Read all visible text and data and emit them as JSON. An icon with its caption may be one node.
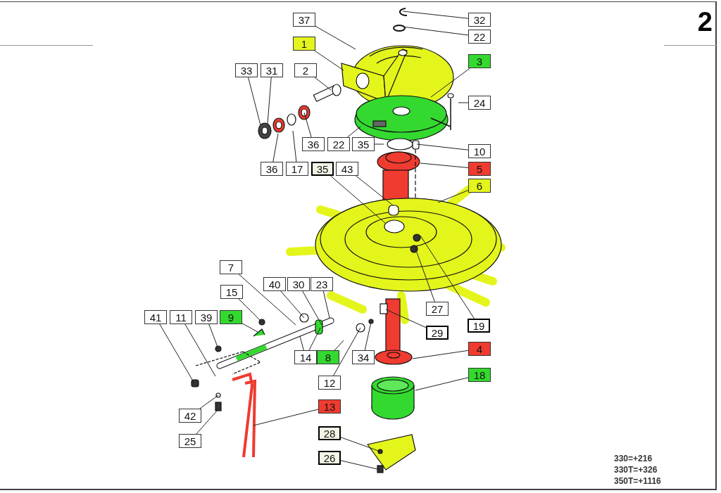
{
  "diagram": {
    "nodes": [
      {
        "text": [
          "37"
        ]
      },
      {
        "text": [
          "32"
        ]
      },
      {
        "text": [
          "22"
        ]
      },
      {
        "text": [
          "1"
        ]
      },
      {
        "text": [
          "3"
        ]
      },
      {
        "text": [
          "33"
        ]
      },
      {
        "text": [
          "31"
        ]
      },
      {
        "text": [
          "2"
        ]
      },
      {
        "text": [
          "24"
        ]
      },
      {
        "text": [
          "36"
        ]
      },
      {
        "text": [
          "22"
        ]
      },
      {
        "text": [
          "35"
        ]
      },
      {
        "text": [
          "10"
        ]
      },
      {
        "text": [
          "36"
        ]
      },
      {
        "text": [
          "17"
        ]
      },
      {
        "text": [
          "35"
        ]
      },
      {
        "text": [
          "43"
        ]
      },
      {
        "text": [
          "5"
        ]
      },
      {
        "text": [
          "6"
        ]
      },
      {
        "text": [
          "27"
        ]
      },
      {
        "text": [
          "19"
        ]
      },
      {
        "text": [
          "7"
        ]
      },
      {
        "text": [
          "40"
        ]
      },
      {
        "text": [
          "30"
        ]
      },
      {
        "text": [
          "23"
        ]
      },
      {
        "text": [
          "15"
        ]
      },
      {
        "text": [
          "41"
        ]
      },
      {
        "text": [
          "11"
        ]
      },
      {
        "text": [
          "39"
        ]
      },
      {
        "text": [
          "9"
        ]
      },
      {
        "text": [
          "29"
        ]
      },
      {
        "text": [
          "14"
        ]
      },
      {
        "text": [
          "8"
        ]
      },
      {
        "text": [
          "34"
        ]
      },
      {
        "text": [
          "4"
        ]
      },
      {
        "text": [
          "12"
        ]
      },
      {
        "text": [
          "18"
        ]
      },
      {
        "text": [
          "42"
        ]
      },
      {
        "text": [
          "25"
        ]
      },
      {
        "text": [
          "13"
        ]
      },
      {
        "text": [
          "28"
        ]
      },
      {
        "text": [
          "26"
        ]
      }
    ],
    "edges": [
      {
        "from": 0,
        "to": null,
        "arrow": "none"
      },
      {
        "from": 1,
        "to": null,
        "arrow": "none"
      },
      {
        "from": 2,
        "to": null,
        "arrow": "none"
      },
      {
        "from": 3,
        "to": null,
        "arrow": "none"
      },
      {
        "from": 4,
        "to": null,
        "arrow": "none"
      },
      {
        "from": 5,
        "to": null,
        "arrow": "none"
      },
      {
        "from": 6,
        "to": null,
        "arrow": "none"
      },
      {
        "from": 7,
        "to": null,
        "arrow": "none"
      },
      {
        "from": 8,
        "to": null,
        "arrow": "none"
      },
      {
        "from": 9,
        "to": null,
        "arrow": "none"
      },
      {
        "from": 10,
        "to": null,
        "arrow": "none"
      },
      {
        "from": 11,
        "to": null,
        "arrow": "none"
      },
      {
        "from": 12,
        "to": null,
        "arrow": "none"
      },
      {
        "from": 13,
        "to": null,
        "arrow": "none"
      },
      {
        "from": 14,
        "to": null,
        "arrow": "none"
      },
      {
        "from": 15,
        "to": null,
        "arrow": "none"
      },
      {
        "from": 16,
        "to": null,
        "arrow": "none"
      },
      {
        "from": 17,
        "to": null,
        "arrow": "none"
      },
      {
        "from": 18,
        "to": null,
        "arrow": "none"
      },
      {
        "from": 19,
        "to": null,
        "arrow": "none"
      },
      {
        "from": 20,
        "to": null,
        "arrow": "none"
      },
      {
        "from": 21,
        "to": null,
        "arrow": "none"
      },
      {
        "from": 22,
        "to": null,
        "arrow": "none"
      },
      {
        "from": 23,
        "to": null,
        "arrow": "none"
      },
      {
        "from": 24,
        "to": null,
        "arrow": "none"
      },
      {
        "from": 25,
        "to": null,
        "arrow": "none"
      },
      {
        "from": 26,
        "to": null,
        "arrow": "none"
      },
      {
        "from": 27,
        "to": null,
        "arrow": "none"
      },
      {
        "from": 28,
        "to": null,
        "arrow": "none"
      },
      {
        "from": 29,
        "to": null,
        "arrow": "none"
      },
      {
        "from": 30,
        "to": null,
        "arrow": "none"
      },
      {
        "from": 31,
        "to": null,
        "arrow": "none"
      },
      {
        "from": 31,
        "to": null,
        "arrow": "none"
      },
      {
        "from": 32,
        "to": null,
        "arrow": "none"
      },
      {
        "from": 33,
        "to": null,
        "arrow": "none"
      },
      {
        "from": 34,
        "to": null,
        "arrow": "none"
      },
      {
        "from": 35,
        "to": null,
        "arrow": "none"
      },
      {
        "from": 36,
        "to": null,
        "arrow": "none"
      },
      {
        "from": 37,
        "to": null,
        "arrow": "none"
      },
      {
        "from": 38,
        "to": null,
        "arrow": "none"
      },
      {
        "from": 39,
        "to": null,
        "arrow": "none"
      },
      {
        "from": 40,
        "to": null,
        "arrow": "none"
      },
      {
        "from": 41,
        "to": null,
        "arrow": "none"
      }
    ],
    "labels": [
      "2",
      "330=+216",
      "330T=+326",
      "350T=+1116"
    ]
  }
}
